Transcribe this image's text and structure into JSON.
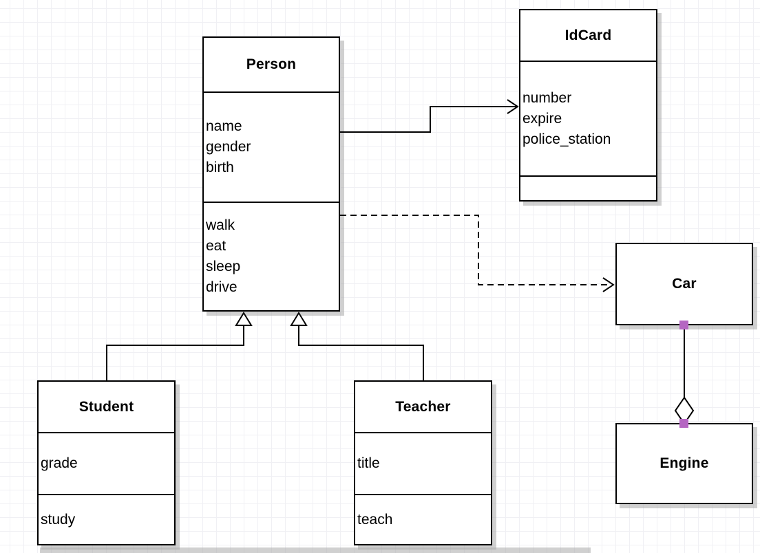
{
  "diagram": {
    "classes": {
      "person": {
        "title": "Person",
        "attributes": [
          "name",
          "gender",
          "birth"
        ],
        "methods": [
          "walk",
          "eat",
          "sleep",
          "drive"
        ]
      },
      "idcard": {
        "title": "IdCard",
        "attributes": [
          "number",
          "expire",
          "police_station"
        ],
        "methods": []
      },
      "car": {
        "title": "Car"
      },
      "engine": {
        "title": "Engine"
      },
      "student": {
        "title": "Student",
        "attributes": [
          "grade"
        ],
        "methods": [
          "study"
        ]
      },
      "teacher": {
        "title": "Teacher",
        "attributes": [
          "title"
        ],
        "methods": [
          "teach"
        ]
      }
    },
    "relationships": [
      {
        "from": "Person",
        "to": "IdCard",
        "type": "association",
        "line": "solid",
        "marker": "open-arrow"
      },
      {
        "from": "Person",
        "to": "Car",
        "type": "dependency",
        "line": "dashed",
        "marker": "open-arrow"
      },
      {
        "from": "Student",
        "to": "Person",
        "type": "generalization",
        "line": "solid",
        "marker": "hollow-triangle"
      },
      {
        "from": "Teacher",
        "to": "Person",
        "type": "generalization",
        "line": "solid",
        "marker": "hollow-triangle"
      },
      {
        "from": "Car",
        "to": "Engine",
        "type": "aggregation",
        "line": "solid",
        "marker": "hollow-diamond"
      }
    ],
    "colors": {
      "box_fill": "#ffffff",
      "box_border": "#000000",
      "grid_line": "#f0f0f4",
      "shadow": "#aaaaaa",
      "connection_handle": "#b566c2"
    }
  }
}
